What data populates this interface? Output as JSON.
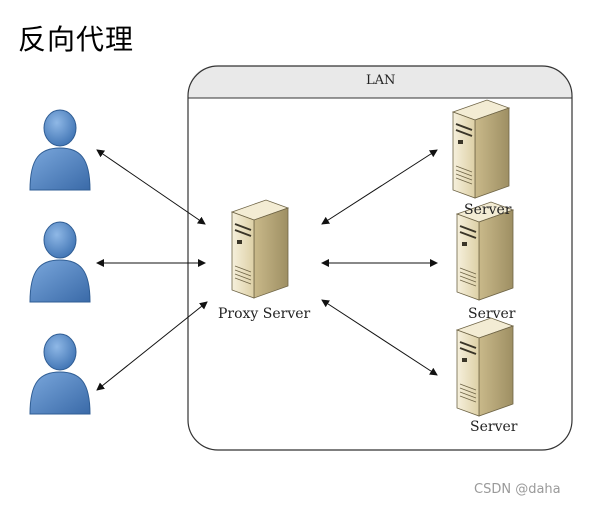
{
  "title": "反向代理",
  "lan_label": "LAN",
  "proxy_label": "Proxy Server",
  "server_labels": [
    "Server",
    "Server",
    "Server"
  ],
  "watermark": "CSDN @daha",
  "colors": {
    "client_body": "#4f86c6",
    "client_head": "#5b95d4",
    "server_light": "#f1ead2",
    "server_dark": "#b8a97c",
    "lan_header": "#e8e8e8"
  },
  "icons": {
    "client": "person-icon",
    "server": "server-tower-icon"
  }
}
